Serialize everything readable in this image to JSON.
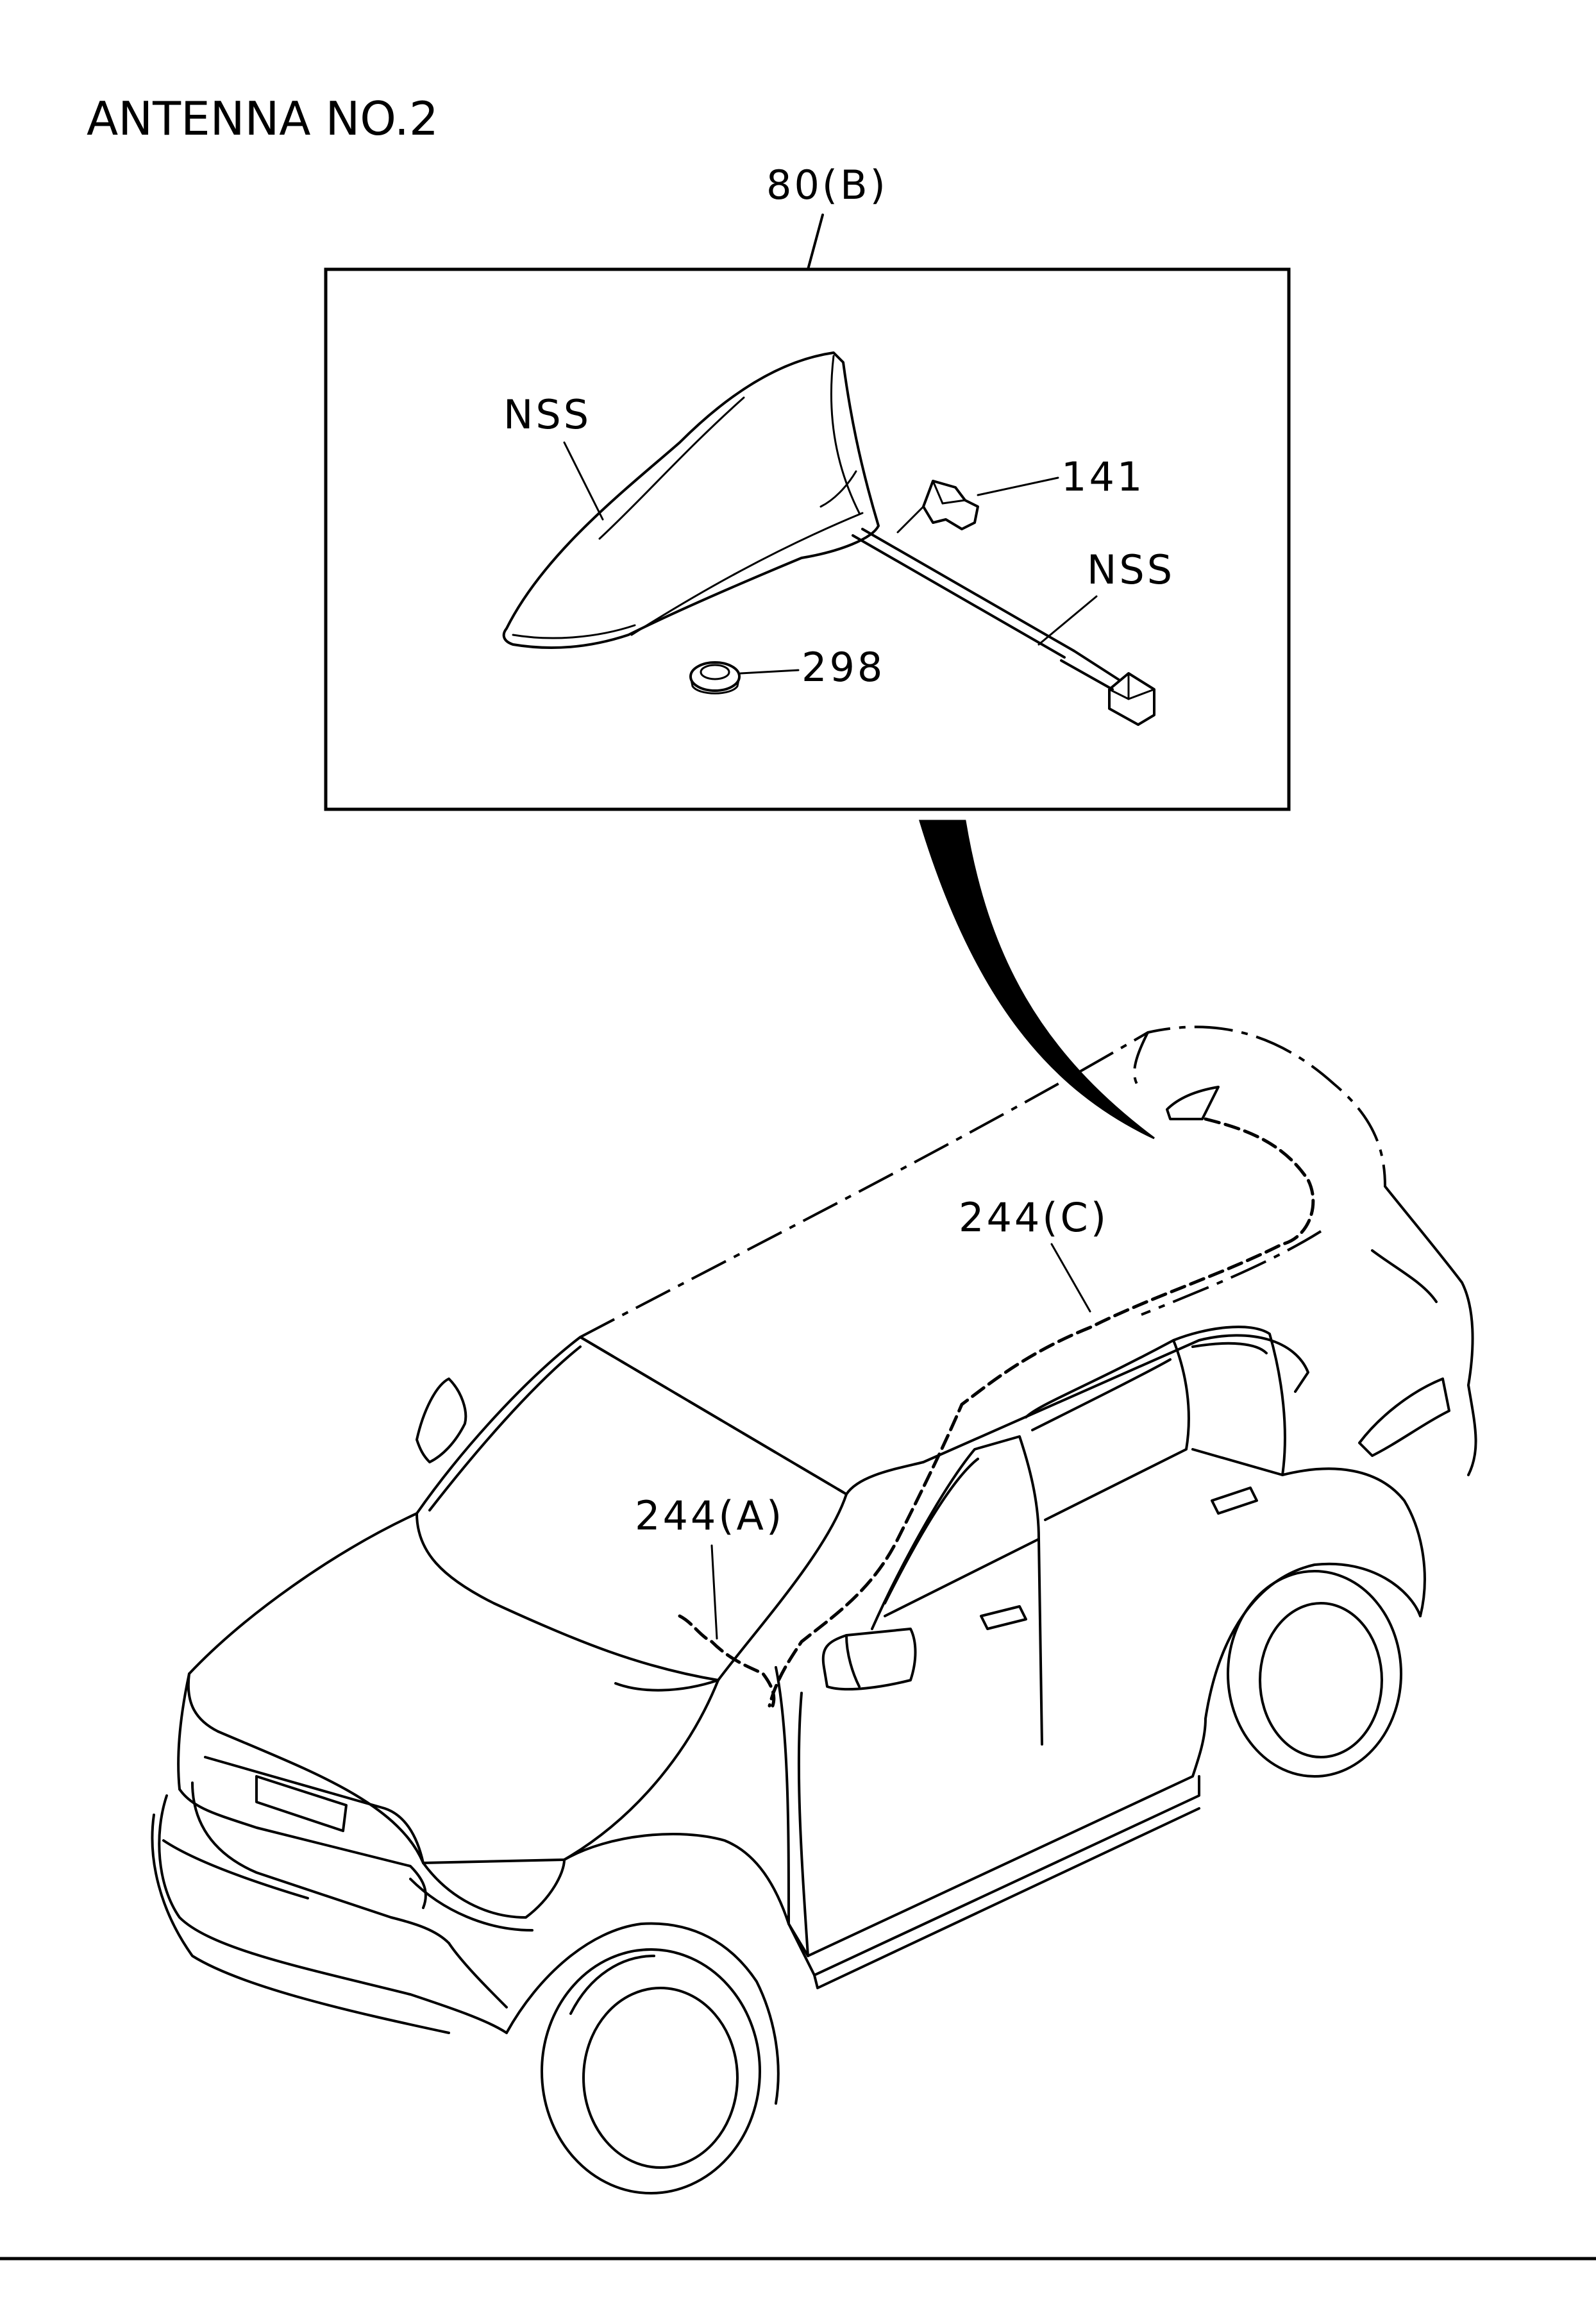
{
  "title": "ANTENNA NO.2",
  "callouts": {
    "antenna_assy": "80(B)",
    "antenna_nss": "NSS",
    "clip": "141",
    "cable_nss": "NSS",
    "grommet": "298",
    "harness_c": "244(C)",
    "harness_a": "244(A)"
  },
  "icons": {
    "arrow": "detail-pointer-arrow",
    "antenna": "shark-fin-antenna-icon",
    "vehicle": "suv-outline"
  }
}
